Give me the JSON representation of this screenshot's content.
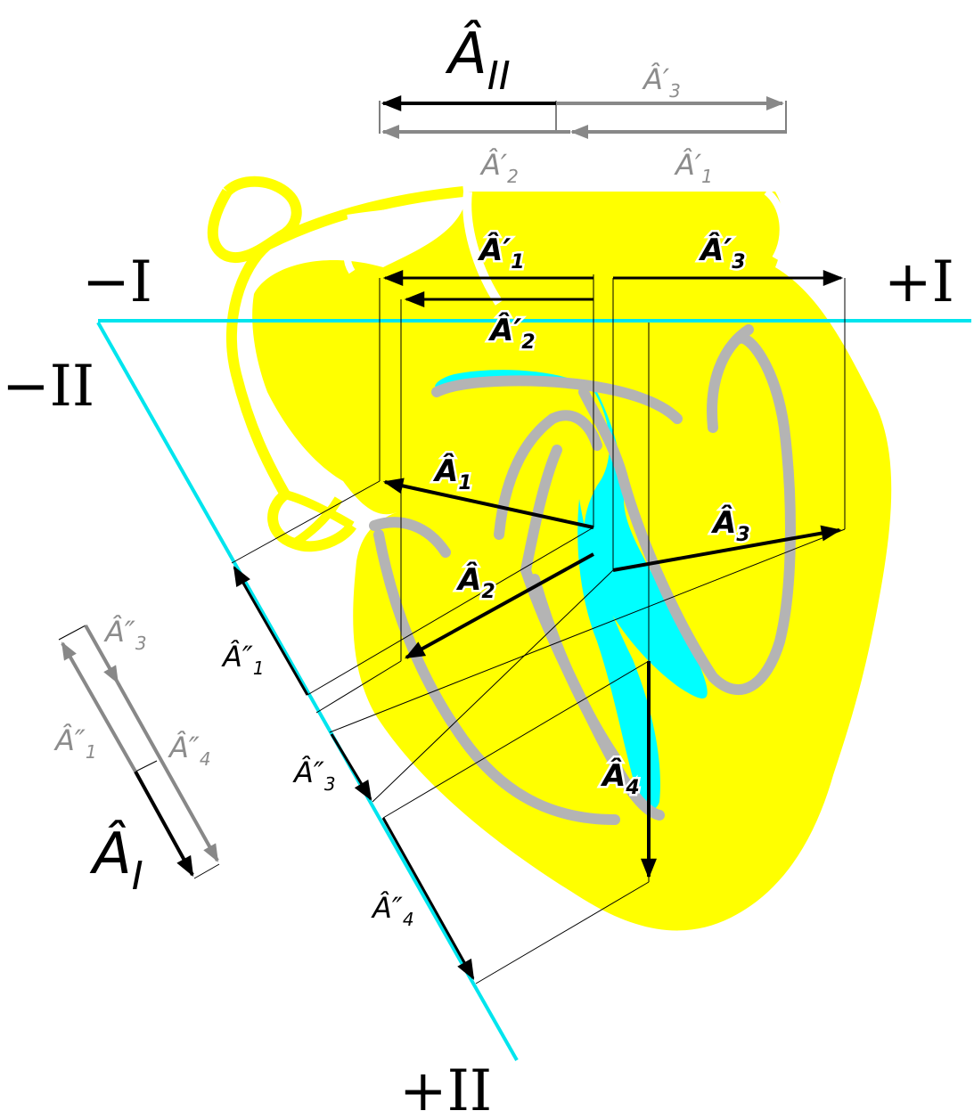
{
  "axes": {
    "lead_I_negative": "−I",
    "lead_I_positive": "+I",
    "lead_II_negative": "−II",
    "lead_II_positive": "+II"
  },
  "resultants": {
    "A_II": {
      "base": "Â",
      "sub": "II"
    },
    "A_I": {
      "base": "Â",
      "sub": "I"
    }
  },
  "heart_vectors": [
    {
      "id": "A1",
      "base": "Â",
      "sub": "1"
    },
    {
      "id": "A2",
      "base": "Â",
      "sub": "2"
    },
    {
      "id": "A3",
      "base": "Â",
      "sub": "3"
    },
    {
      "id": "A4",
      "base": "Â",
      "sub": "4"
    }
  ],
  "lead_I_projections": [
    {
      "id": "A1p",
      "base": "Â′",
      "sub": "1"
    },
    {
      "id": "A2p",
      "base": "Â′",
      "sub": "2"
    },
    {
      "id": "A3p",
      "base": "Â′",
      "sub": "3"
    }
  ],
  "top_sum_labels": [
    {
      "id": "A3p_top",
      "base": "Â′",
      "sub": "3"
    },
    {
      "id": "A2p_top",
      "base": "Â′",
      "sub": "2"
    },
    {
      "id": "A1p_top",
      "base": "Â′",
      "sub": "1"
    }
  ],
  "lead_II_projections": [
    {
      "id": "A1pp",
      "base": "Â″",
      "sub": "1"
    },
    {
      "id": "A3pp",
      "base": "Â″",
      "sub": "3"
    },
    {
      "id": "A4pp",
      "base": "Â″",
      "sub": "4"
    }
  ],
  "left_sum_labels": [
    {
      "id": "A3pp_left",
      "base": "Â″",
      "sub": "3"
    },
    {
      "id": "A1pp_left",
      "base": "Â″",
      "sub": "1"
    },
    {
      "id": "A4pp_left",
      "base": "Â″",
      "sub": "4"
    }
  ],
  "colors": {
    "heart_fill": "#ffff00",
    "septum": "#00ffff",
    "chamber_outline": "#b4b4b4",
    "lead_axis": "#00e5ee",
    "vector": "#000000",
    "component": "#888888"
  }
}
